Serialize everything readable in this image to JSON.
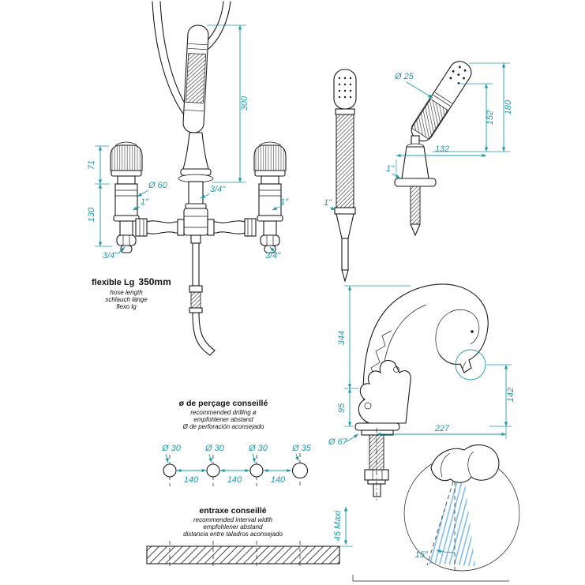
{
  "colors": {
    "dimension": "#1e9aab",
    "line": "#1a1a1a",
    "spray": "#79b6e6"
  },
  "front_view": {
    "spout_height": "300",
    "handle_height": "71",
    "body_height": "130",
    "base_diameter": "Ø 60",
    "center_connection": "3/4\"",
    "left_connection": "1\"",
    "right_connection": "1\"",
    "left_outlet": "3/4\"",
    "right_outlet": "3/4\""
  },
  "flexible_note": {
    "label": "flexible Lg",
    "value": "350mm",
    "sub_en": "hose length",
    "sub_de": "schlauch länge",
    "sub_es": "flexo lg"
  },
  "handshower_view": {
    "head_diameter": "Ø 25",
    "height_inner": "152",
    "height_total": "180",
    "reach": "132",
    "holder_connection": "1\"",
    "shower_connection": "1\""
  },
  "spout_view": {
    "height_total": "344",
    "height_base": "95",
    "outlet_height": "142",
    "reach": "227",
    "base_diameter": "Ø 67"
  },
  "drilling_note": {
    "title": "ø de perçage conseillé",
    "sub_en": "recommended drilling ø",
    "sub_de": "empfohlener abstand",
    "sub_es": "Ø de perforación aconsejado"
  },
  "drilling": {
    "holes": [
      "Ø 30",
      "Ø 30",
      "Ø 30",
      "Ø 35"
    ],
    "spacings": [
      "140",
      "140",
      "140"
    ]
  },
  "interval_note": {
    "title": "entraxe conseillé",
    "sub_en": "recommended interval width",
    "sub_de": "empfohlener abstand",
    "sub_es": "distancia entre taladros aconsejado"
  },
  "deck": {
    "max_thickness": "45 Maxi"
  },
  "spray_detail": {
    "angle": "15°"
  }
}
